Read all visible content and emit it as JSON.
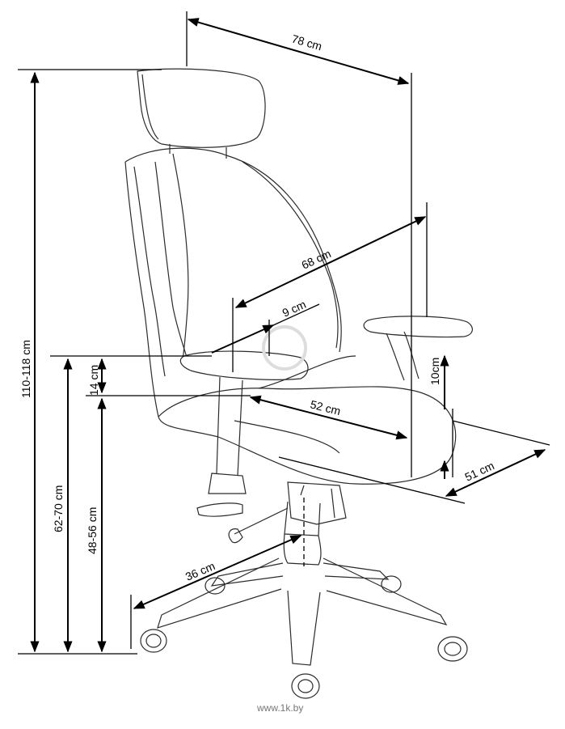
{
  "dimensions": {
    "depth_total": "78 cm",
    "width_armrest": "68 cm",
    "armrest_pad": "9 cm",
    "seat_depth": "52 cm",
    "seat_width": "51 cm",
    "base_radius": "36 cm",
    "armrest_height_adj": "10cm",
    "armrest_above_seat": "14 cm",
    "total_height": "110-118 cm",
    "armrest_height": "62-70 cm",
    "seat_height": "48-56 cm"
  },
  "watermark": "www.1k.by"
}
